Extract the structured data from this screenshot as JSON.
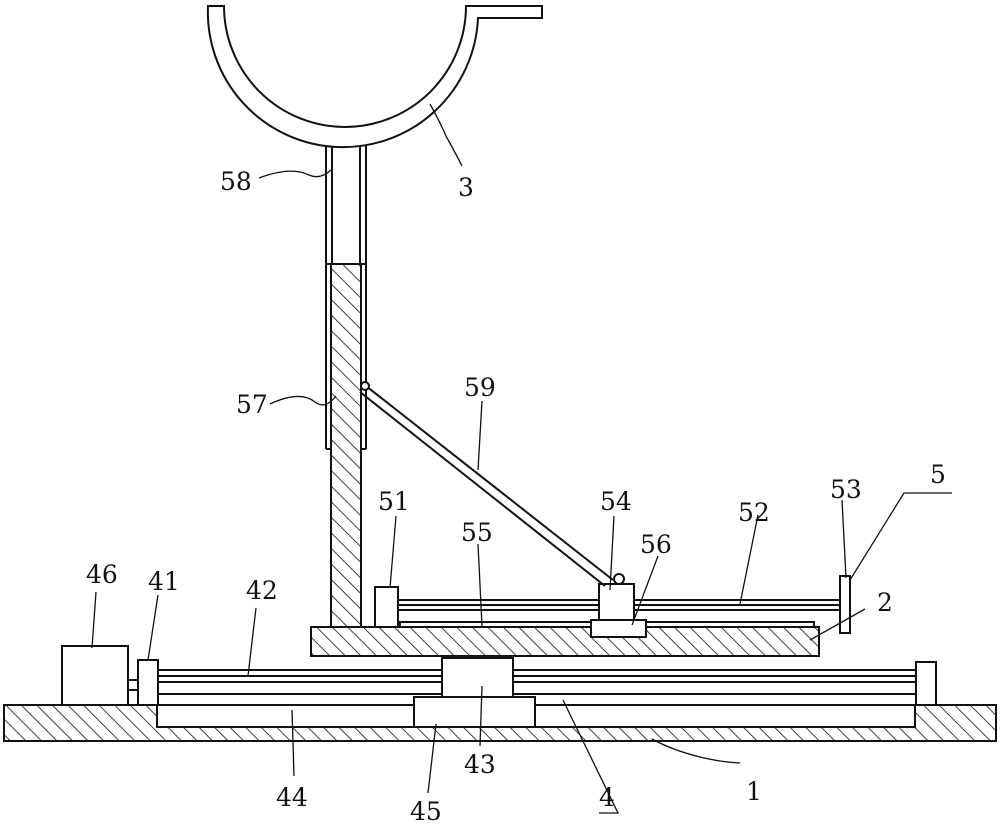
{
  "figure": {
    "reference_numerals": {
      "base": "1",
      "plate": "2",
      "cradle": "3",
      "traverse_assembly": "4",
      "lift_assembly": "5",
      "guide_rail": "41",
      "lead_screw": "42",
      "nut_block": "43",
      "slide_rail": "44",
      "slider": "45",
      "motor": "46",
      "bearing_seat": "51",
      "screw_rod": "52",
      "handwheel": "53",
      "hinge_block": "54",
      "slide_groove": "55",
      "slide_block": "56",
      "lifting_rod": "57",
      "sleeve": "58",
      "link_rod": "59"
    },
    "colors": {
      "line": "#111111",
      "background": "#ffffff"
    }
  }
}
